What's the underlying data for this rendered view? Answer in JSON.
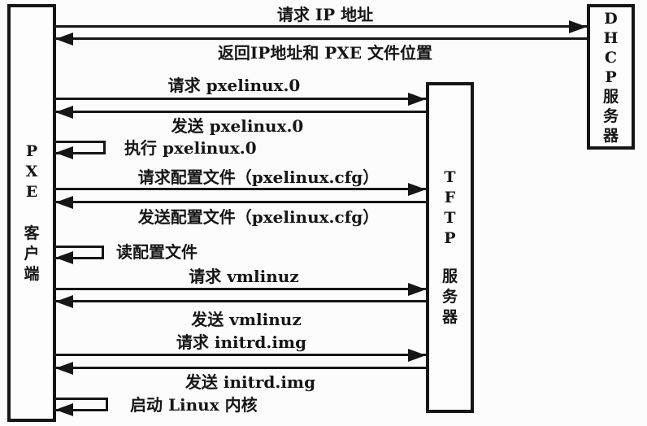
{
  "colors": {
    "ink": "#161616",
    "background": "#fcfcfc"
  },
  "boxes": {
    "pxe_client": {
      "line1": "PXE",
      "line2": "客户端"
    },
    "dhcp_server": {
      "line1": "DHCP",
      "line2": "服务器"
    },
    "tftp_server": {
      "line1": "TFTP",
      "line2": "服务器"
    }
  },
  "messages": [
    {
      "label": "请求 IP 地址",
      "from": "pxe_client",
      "to": "dhcp_server",
      "direction": "right"
    },
    {
      "label": "返回IP地址和 PXE 文件位置",
      "from": "dhcp_server",
      "to": "pxe_client",
      "direction": "left"
    },
    {
      "label": "请求 pxelinux.0",
      "from": "pxe_client",
      "to": "tftp_server",
      "direction": "right"
    },
    {
      "label": "发送 pxelinux.0",
      "from": "tftp_server",
      "to": "pxe_client",
      "direction": "left"
    },
    {
      "label": "执行 pxelinux.0",
      "from": "pxe_client",
      "to": "pxe_client",
      "direction": "self"
    },
    {
      "label": "请求配置文件（pxelinux.cfg）",
      "from": "pxe_client",
      "to": "tftp_server",
      "direction": "right"
    },
    {
      "label": "发送配置文件（pxelinux.cfg）",
      "from": "tftp_server",
      "to": "pxe_client",
      "direction": "left"
    },
    {
      "label": "读配置文件",
      "from": "pxe_client",
      "to": "pxe_client",
      "direction": "self"
    },
    {
      "label": "请求 vmlinuz",
      "from": "pxe_client",
      "to": "tftp_server",
      "direction": "right"
    },
    {
      "label": "发送 vmlinuz",
      "from": "tftp_server",
      "to": "pxe_client",
      "direction": "left"
    },
    {
      "label": "请求 initrd.img",
      "from": "pxe_client",
      "to": "tftp_server",
      "direction": "right"
    },
    {
      "label": "发送 initrd.img",
      "from": "tftp_server",
      "to": "pxe_client",
      "direction": "left"
    },
    {
      "label": "启动 Linux 内核",
      "from": "pxe_client",
      "to": "pxe_client",
      "direction": "self"
    }
  ]
}
